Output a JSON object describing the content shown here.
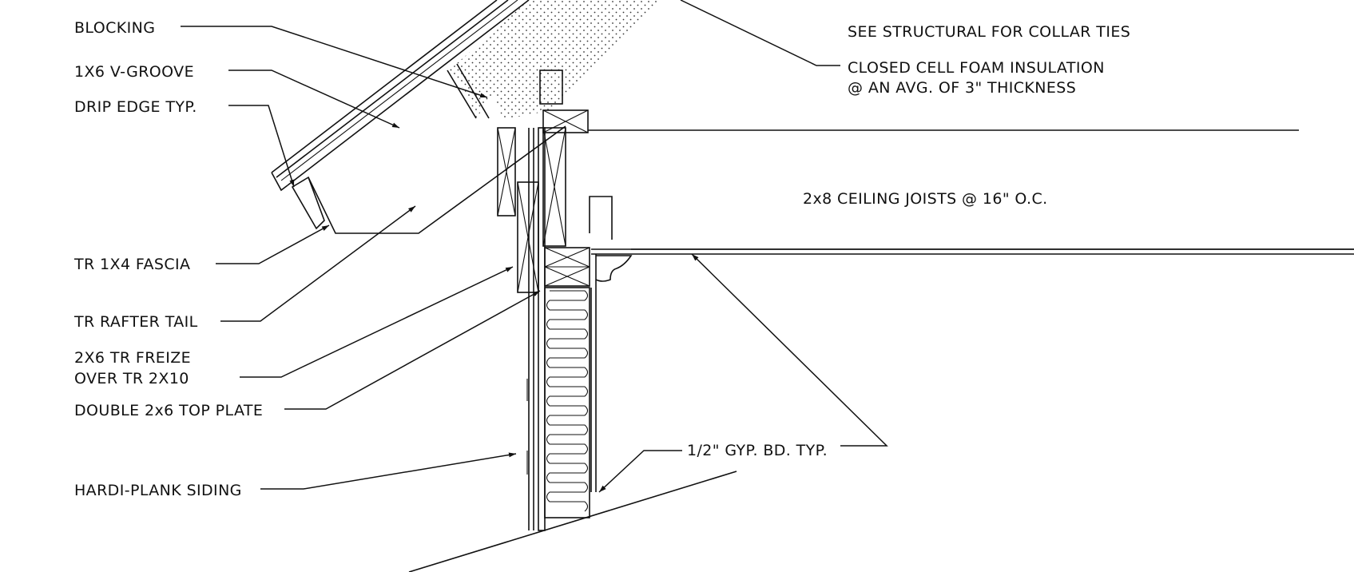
{
  "labels": {
    "blocking": "BLOCKING",
    "v_groove": "1X6 V-GROOVE",
    "drip_edge": "DRIP EDGE TYP.",
    "fascia": "TR 1X4 FASCIA",
    "rafter_tail": "TR RAFTER TAIL",
    "freize_line1": "2X6 TR FREIZE",
    "freize_line2": "OVER TR 2X10",
    "top_plate": "DOUBLE 2x6 TOP PLATE",
    "siding": "HARDI-PLANK SIDING",
    "collar_ties": "SEE STRUCTURAL FOR COLLAR TIES",
    "foam_line1": "CLOSED CELL FOAM INSULATION",
    "foam_line2": "@ AN AVG. OF 3\" THICKNESS",
    "ceiling_joists": "2x8 CEILING JOISTS @ 16\" O.C.",
    "gyp_board": "1/2\" GYP. BD. TYP."
  },
  "colors": {
    "ink": "#111111",
    "paper": "#ffffff"
  }
}
